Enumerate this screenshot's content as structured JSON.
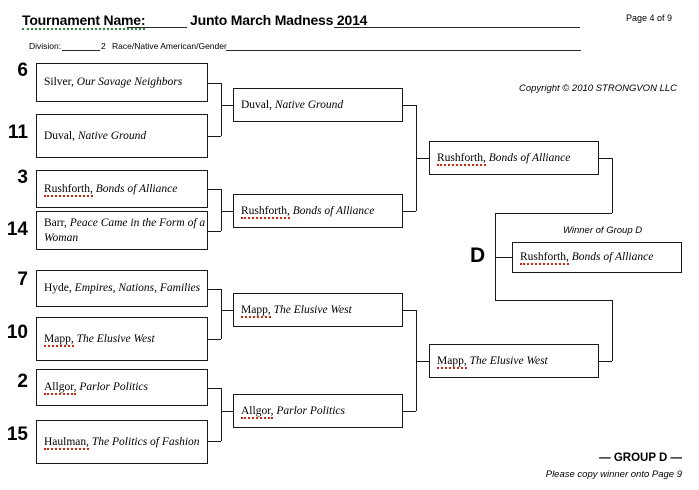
{
  "header": {
    "tournament_label": "Tournament Name:",
    "tournament_name": "Junto March Madness 2014",
    "division_label": "Division:",
    "division_value": "2",
    "division_name": "Race/Native American/Gender",
    "page_indicator": "Page 4 of 9"
  },
  "copyright": "Copyright © 2010 STRONGVON LLC",
  "footer": {
    "group_title": "— GROUP D —",
    "copy_note": "Please copy winner onto Page 9",
    "group_letter": "D",
    "winner_label": "Winner of Group D"
  },
  "bracket": {
    "round1": [
      {
        "seed": "6",
        "author": "Silver,",
        "title": "Our Savage Neighbors",
        "misspelled": false
      },
      {
        "seed": "11",
        "author": "Duval,",
        "title": "Native Ground",
        "misspelled": false
      },
      {
        "seed": "3",
        "author": "Rushforth,",
        "title": "Bonds of Alliance",
        "misspelled": true
      },
      {
        "seed": "14",
        "author": "Barr,",
        "title": "Peace Came in the Form of a Woman",
        "misspelled": false
      },
      {
        "seed": "7",
        "author": "Hyde,",
        "title": "Empires, Nations, Families",
        "misspelled": false
      },
      {
        "seed": "10",
        "author": "Mapp,",
        "title": "The Elusive West",
        "misspelled": true
      },
      {
        "seed": "2",
        "author": "Allgor,",
        "title": "Parlor Politics",
        "misspelled": true
      },
      {
        "seed": "15",
        "author": "Haulman,",
        "title": "The Politics of Fashion",
        "misspelled": true
      }
    ],
    "round2": [
      {
        "author": "Duval,",
        "title": "Native Ground",
        "misspelled": false
      },
      {
        "author": "Rushforth,",
        "title": "Bonds of Alliance",
        "misspelled": true
      },
      {
        "author": "Mapp,",
        "title": "The Elusive West",
        "misspelled": true
      },
      {
        "author": "Allgor,",
        "title": "Parlor Politics",
        "misspelled": true
      }
    ],
    "round3": [
      {
        "author": "Rushforth,",
        "title": "Bonds of Alliance",
        "misspelled": true
      },
      {
        "author": "Mapp,",
        "title": "The Elusive West",
        "misspelled": true
      }
    ],
    "winner": {
      "author": "Rushforth,",
      "title": "Bonds of Alliance",
      "misspelled": true
    }
  }
}
